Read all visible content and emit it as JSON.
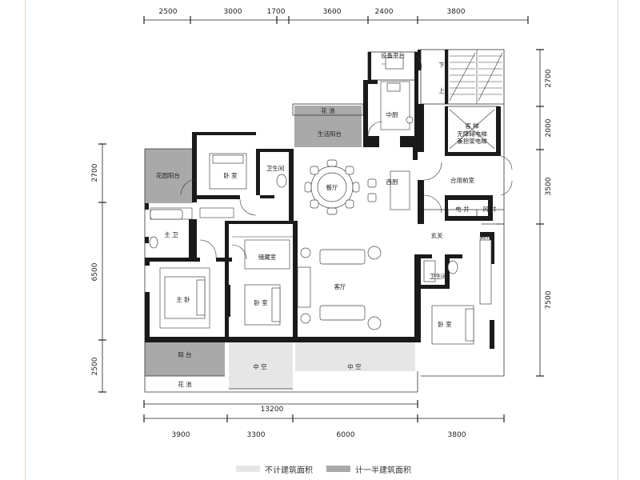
{
  "dimensions": {
    "top": [
      "2500",
      "3000",
      "1700",
      "3600",
      "2400",
      "3800"
    ],
    "bottom": [
      "3900",
      "3300",
      "6000",
      "3800"
    ],
    "left": [
      "2700",
      "6500",
      "2500"
    ],
    "right": [
      "2700",
      "2000",
      "3500",
      "7500"
    ],
    "total_width": "13200"
  },
  "rooms": {
    "equipment_platform": "设备平台",
    "down": "下",
    "up": "上",
    "flower_bed_top": "花 池",
    "middle_kitchen": "中厨",
    "service_balcony": "生活阳台",
    "garden_balcony": "花园阳台",
    "bedroom_nw": "卧 室",
    "bathroom_n": "卫生间",
    "dining": "餐厅",
    "western_kitchen": "西厨",
    "elevator_title": "客 梯",
    "elevator_note1": "无障碍电梯",
    "elevator_note2": "兼担架电梯",
    "shared_lobby": "合用前室",
    "elec_shaft": "电 井",
    "air_shaft": "风 井",
    "master_bath": "主 卫",
    "foyer": "玄关",
    "shoe_cabinet": "鞋柜",
    "storage": "储藏室",
    "living": "客厅",
    "bathroom_e": "卫生间",
    "master_bed": "主 卧",
    "bedroom_mid": "卧 室",
    "bedroom_se": "卧 室",
    "balcony": "阳 台",
    "flower_bed_bottom": "花 池",
    "void_left": "中 空",
    "void_right": "中 空"
  },
  "legend": {
    "not_counted": "不计建筑面积",
    "half_counted": "计一半建筑面积"
  },
  "colors": {
    "wall": "#1a1a1a",
    "half_area": "#a9a9a9",
    "not_counted": "#e6e6e6",
    "frame_line": "#e6d8cf"
  }
}
